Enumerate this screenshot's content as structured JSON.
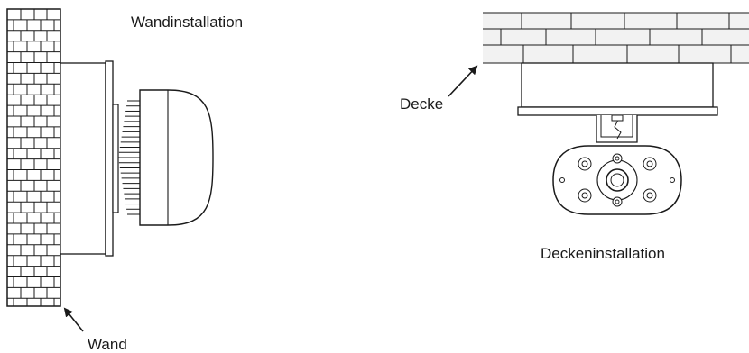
{
  "labels": {
    "wall_installation": "Wandinstallation",
    "wall": "Wand",
    "ceiling": "Decke",
    "ceiling_installation": "Deckeninstallation"
  },
  "colors": {
    "line": "#1a1a1a",
    "ceiling_fill": "#f2f2f2",
    "background": "#ffffff"
  }
}
